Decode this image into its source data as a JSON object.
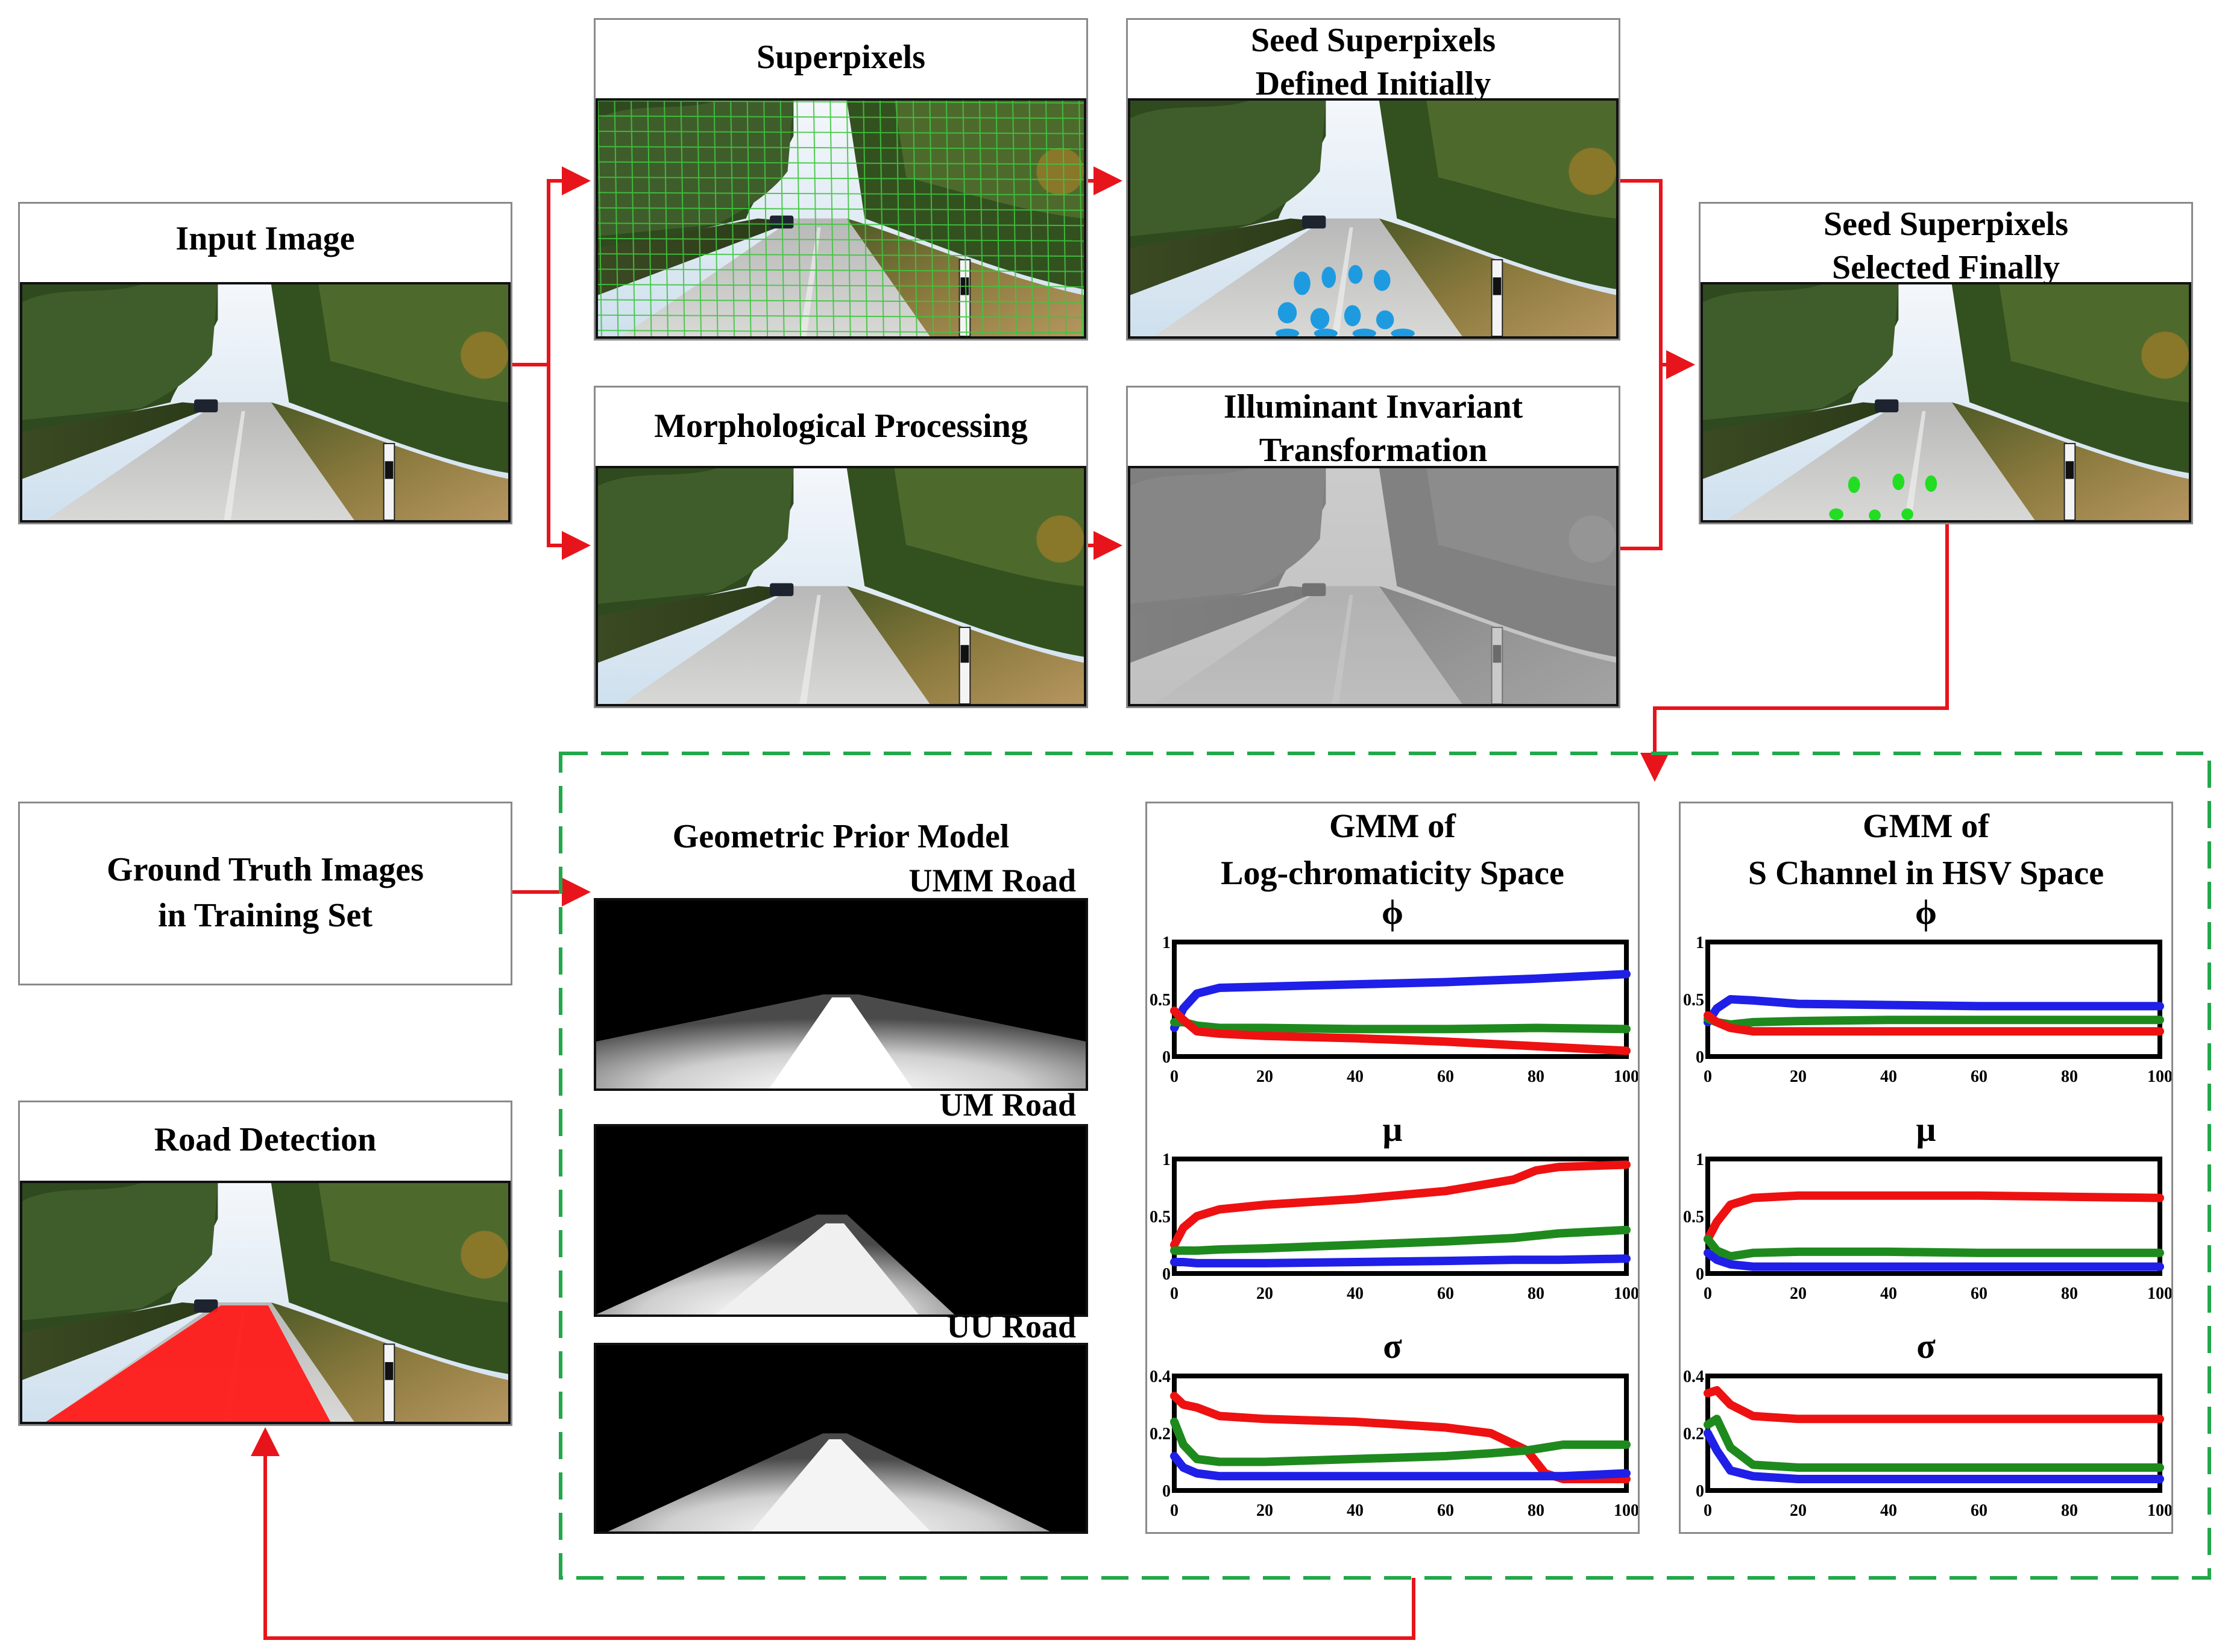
{
  "panels": {
    "input": {
      "title": "Input Image"
    },
    "superpixels": {
      "title": "Superpixels"
    },
    "morph": {
      "title": "Morphological Processing"
    },
    "seed_initial": {
      "title_line1": "Seed Superpixels",
      "title_line2": "Defined Initially"
    },
    "illum": {
      "title_line1": "Illuminant Invariant",
      "title_line2": "Transformation"
    },
    "seed_final": {
      "title_line1": "Seed Superpixels",
      "title_line2": "Selected Finally"
    },
    "ground_truth": {
      "line1": "Ground Truth Images",
      "line2": "in Training Set"
    },
    "road_detection": {
      "title": "Road Detection"
    },
    "geo_prior": {
      "title": "Geometric Prior Model",
      "umm": "UMM Road",
      "um": "UM Road",
      "uu": "UU Road"
    },
    "gmm_log": {
      "title_line1": "GMM of",
      "title_line2": "Log-chromaticity Space"
    },
    "gmm_s": {
      "title_line1": "GMM of",
      "title_line2": "S Channel in HSV Space"
    }
  },
  "colors": {
    "arrow": "#e8141b",
    "dashed_box": "#22a84a",
    "seed_initial": "#1e9be0",
    "seed_final": "#22dd22",
    "road": "#ff1a1a"
  },
  "chart_data": [
    {
      "type": "line",
      "panel": "gmm_log",
      "title": "ϕ",
      "x": [
        0,
        2,
        5,
        10,
        20,
        40,
        60,
        80,
        100
      ],
      "xticks": [
        0,
        20,
        40,
        60,
        80,
        100
      ],
      "yticks": [
        "0",
        "0.5",
        "1"
      ],
      "ylim": [
        0,
        1
      ],
      "series": [
        {
          "color": "#1f1fe8",
          "values": [
            0.25,
            0.42,
            0.55,
            0.6,
            0.61,
            0.63,
            0.65,
            0.68,
            0.72
          ]
        },
        {
          "color": "#1e8a1e",
          "values": [
            0.3,
            0.3,
            0.27,
            0.25,
            0.25,
            0.24,
            0.24,
            0.25,
            0.24
          ]
        },
        {
          "color": "#ee1111",
          "values": [
            0.4,
            0.32,
            0.22,
            0.2,
            0.18,
            0.16,
            0.13,
            0.09,
            0.05
          ]
        }
      ]
    },
    {
      "type": "line",
      "panel": "gmm_log",
      "title": "μ",
      "x": [
        0,
        2,
        5,
        10,
        20,
        40,
        60,
        75,
        80,
        85,
        100
      ],
      "xticks": [
        0,
        20,
        40,
        60,
        80,
        100
      ],
      "yticks": [
        "0",
        "0.5",
        "1"
      ],
      "ylim": [
        0,
        1
      ],
      "series": [
        {
          "color": "#ee1111",
          "values": [
            0.25,
            0.4,
            0.5,
            0.56,
            0.6,
            0.65,
            0.72,
            0.82,
            0.9,
            0.93,
            0.95
          ]
        },
        {
          "color": "#1e8a1e",
          "values": [
            0.2,
            0.2,
            0.2,
            0.21,
            0.22,
            0.25,
            0.28,
            0.31,
            0.33,
            0.35,
            0.38
          ]
        },
        {
          "color": "#1f1fe8",
          "values": [
            0.1,
            0.1,
            0.09,
            0.09,
            0.09,
            0.1,
            0.11,
            0.12,
            0.12,
            0.12,
            0.13
          ]
        }
      ]
    },
    {
      "type": "line",
      "panel": "gmm_log",
      "title": "σ",
      "x": [
        0,
        2,
        5,
        10,
        20,
        40,
        60,
        70,
        78,
        82,
        86,
        100
      ],
      "xticks": [
        0,
        20,
        40,
        60,
        80,
        100
      ],
      "yticks": [
        "0",
        "0.2",
        "0.4"
      ],
      "ylim": [
        0,
        0.4
      ],
      "series": [
        {
          "color": "#ee1111",
          "values": [
            0.33,
            0.3,
            0.29,
            0.26,
            0.25,
            0.24,
            0.22,
            0.2,
            0.14,
            0.06,
            0.04,
            0.04
          ]
        },
        {
          "color": "#1e8a1e",
          "values": [
            0.24,
            0.16,
            0.11,
            0.1,
            0.1,
            0.11,
            0.12,
            0.13,
            0.14,
            0.15,
            0.16,
            0.16
          ]
        },
        {
          "color": "#1f1fe8",
          "values": [
            0.12,
            0.08,
            0.06,
            0.05,
            0.05,
            0.05,
            0.05,
            0.05,
            0.05,
            0.05,
            0.05,
            0.06
          ]
        }
      ]
    },
    {
      "type": "line",
      "panel": "gmm_s",
      "title": "ϕ",
      "x": [
        0,
        2,
        5,
        10,
        20,
        40,
        60,
        80,
        100
      ],
      "xticks": [
        0,
        20,
        40,
        60,
        80,
        100
      ],
      "yticks": [
        "0",
        "0.5",
        "1"
      ],
      "ylim": [
        0,
        1
      ],
      "series": [
        {
          "color": "#1f1fe8",
          "values": [
            0.3,
            0.42,
            0.5,
            0.49,
            0.46,
            0.45,
            0.44,
            0.44,
            0.44
          ]
        },
        {
          "color": "#1e8a1e",
          "values": [
            0.33,
            0.3,
            0.28,
            0.3,
            0.31,
            0.32,
            0.32,
            0.32,
            0.32
          ]
        },
        {
          "color": "#ee1111",
          "values": [
            0.36,
            0.3,
            0.25,
            0.22,
            0.22,
            0.22,
            0.22,
            0.22,
            0.22
          ]
        }
      ]
    },
    {
      "type": "line",
      "panel": "gmm_s",
      "title": "μ",
      "x": [
        0,
        2,
        5,
        10,
        20,
        40,
        60,
        80,
        100
      ],
      "xticks": [
        0,
        20,
        40,
        60,
        80,
        100
      ],
      "yticks": [
        "0",
        "0.5",
        "1"
      ],
      "ylim": [
        0,
        1
      ],
      "series": [
        {
          "color": "#ee1111",
          "values": [
            0.3,
            0.45,
            0.6,
            0.66,
            0.68,
            0.68,
            0.68,
            0.67,
            0.66
          ]
        },
        {
          "color": "#1e8a1e",
          "values": [
            0.3,
            0.2,
            0.15,
            0.18,
            0.19,
            0.19,
            0.18,
            0.18,
            0.18
          ]
        },
        {
          "color": "#1f1fe8",
          "values": [
            0.18,
            0.12,
            0.08,
            0.06,
            0.06,
            0.06,
            0.06,
            0.06,
            0.06
          ]
        }
      ]
    },
    {
      "type": "line",
      "panel": "gmm_s",
      "title": "σ",
      "x": [
        0,
        2,
        5,
        10,
        20,
        40,
        60,
        80,
        100
      ],
      "xticks": [
        0,
        20,
        40,
        60,
        80,
        100
      ],
      "yticks": [
        "0",
        "0.2",
        "0.4"
      ],
      "ylim": [
        0,
        0.4
      ],
      "series": [
        {
          "color": "#ee1111",
          "values": [
            0.34,
            0.35,
            0.3,
            0.26,
            0.25,
            0.25,
            0.25,
            0.25,
            0.25
          ]
        },
        {
          "color": "#1e8a1e",
          "values": [
            0.23,
            0.25,
            0.15,
            0.09,
            0.08,
            0.08,
            0.08,
            0.08,
            0.08
          ]
        },
        {
          "color": "#1f1fe8",
          "values": [
            0.2,
            0.14,
            0.07,
            0.05,
            0.04,
            0.04,
            0.04,
            0.04,
            0.04
          ]
        }
      ]
    }
  ]
}
